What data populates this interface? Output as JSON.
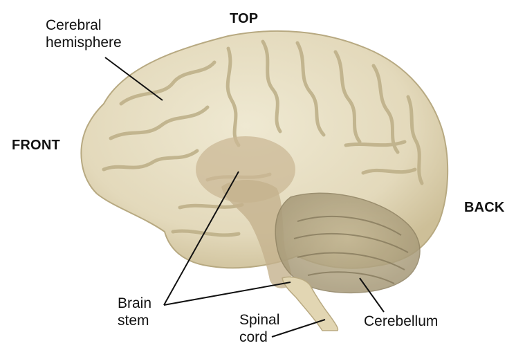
{
  "directions": {
    "top": "TOP",
    "front": "FRONT",
    "back": "BACK"
  },
  "labels": {
    "cerebral_line1": "Cerebral",
    "cerebral_line2": "hemisphere",
    "brainstem_line1": "Brain",
    "brainstem_line2": "stem",
    "spinal_line1": "Spinal",
    "spinal_line2": "cord",
    "cerebellum": "Cerebellum"
  },
  "colors": {
    "brain_fill": "#e7dfc3",
    "brain_shadow": "#c9bc97",
    "gyri_line": "#bfb18a",
    "brainstem_fill": "#cbb896",
    "cerebellum_fill": "#b2a584",
    "leader": "#111111"
  }
}
